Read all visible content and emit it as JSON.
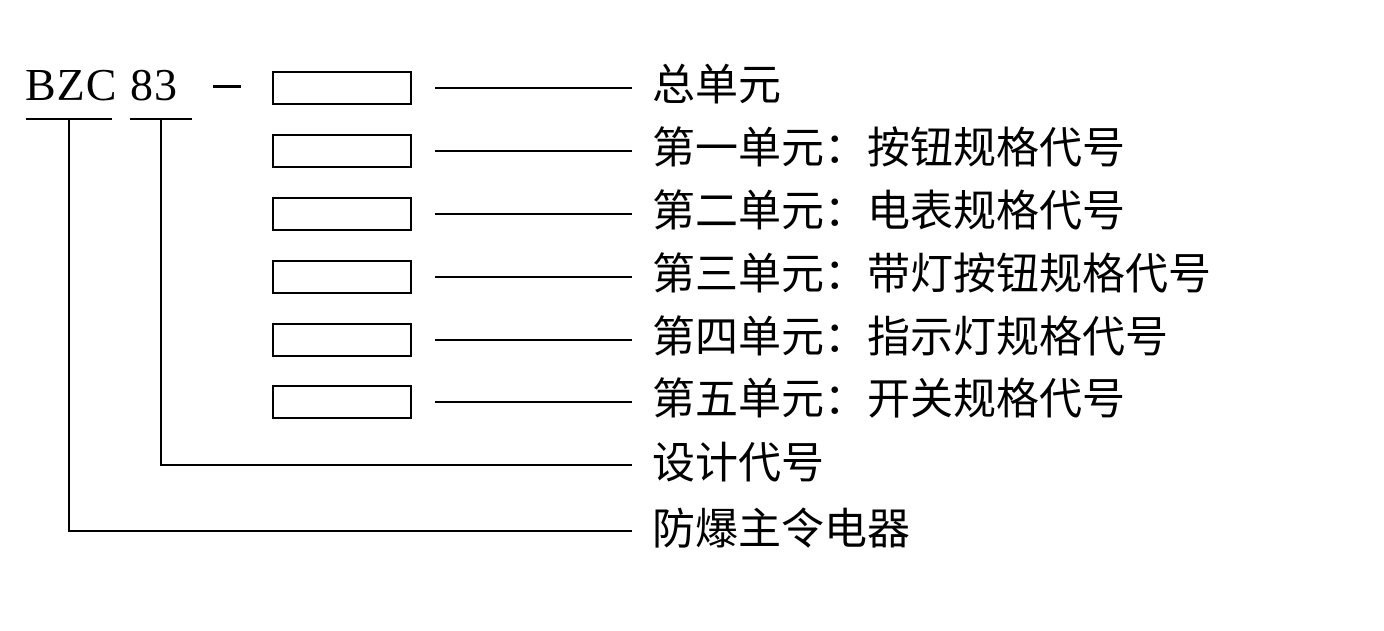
{
  "diagram": {
    "kind": "model-designation-breakdown",
    "model_code": {
      "prefix": "BZC",
      "design_number": "83",
      "separator": "-"
    },
    "spec_boxes": [
      {
        "index": 1,
        "value": ""
      },
      {
        "index": 2,
        "value": ""
      },
      {
        "index": 3,
        "value": ""
      },
      {
        "index": 4,
        "value": ""
      },
      {
        "index": 5,
        "value": ""
      },
      {
        "index": 6,
        "value": ""
      }
    ],
    "unit_labels": [
      "总单元",
      "第一单元：按钮规格代号",
      "第二单元：电表规格代号",
      "第三单元：带灯按钮规格代号",
      "第四单元：指示灯规格代号",
      "第五单元：开关规格代号"
    ],
    "code_labels": [
      "设计代号",
      "防爆主令电器"
    ],
    "colors": {
      "background": "#ffffff",
      "line": "#000000",
      "text": "#000000"
    }
  }
}
